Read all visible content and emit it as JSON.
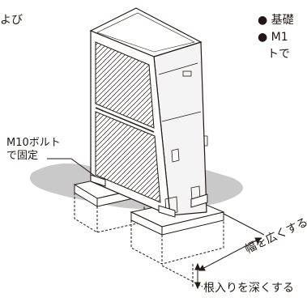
{
  "labels": {
    "top_left": "よび",
    "bullet_1": "● 基礎",
    "bullet_2": "● M1",
    "bullet_2_cont": "トで",
    "bolt_line_1": "M10ボルト",
    "bolt_line_2": "で固定",
    "widen": "幅を広くする",
    "deepen": "根入りを深くする"
  },
  "colors": {
    "line": "#231815",
    "ground_shadow": "#c9c9c9",
    "unit_side": "#f4f4f4",
    "unit_front": "#ffffff"
  }
}
